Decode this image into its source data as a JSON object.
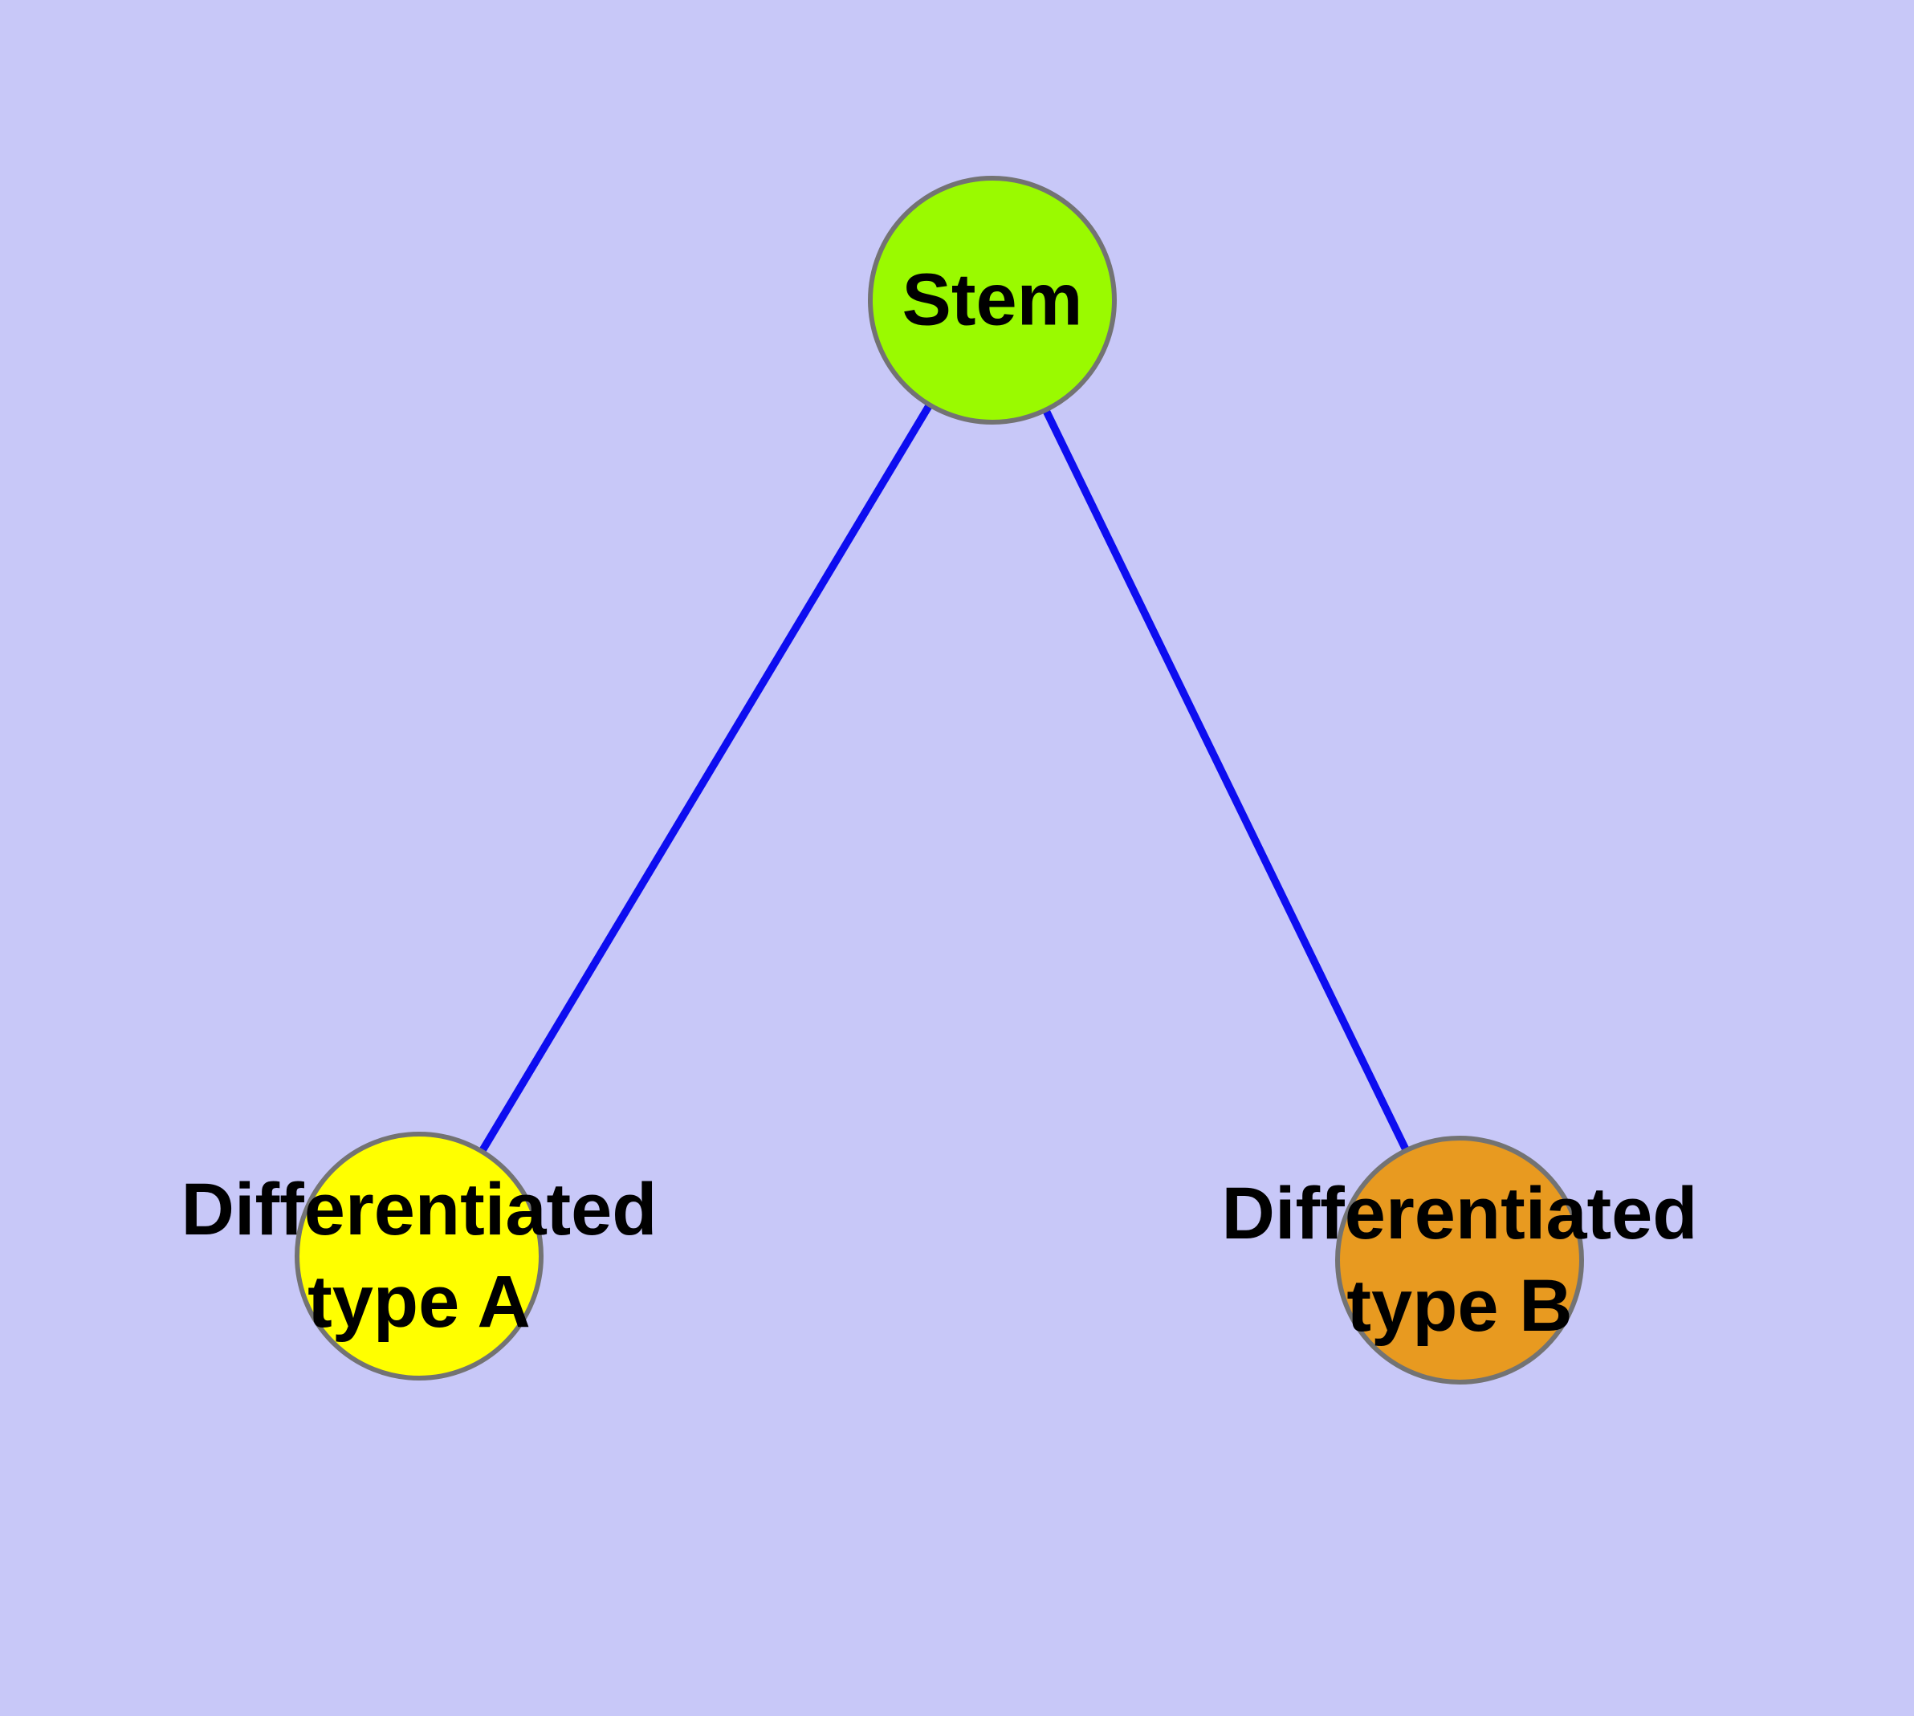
{
  "diagram": {
    "background_color": "#C8C8F8",
    "edge_color": "#0D0DF0",
    "node_border_color": "#737373",
    "label_text_color": "#000000",
    "nodes": {
      "stem": {
        "label": "Stem",
        "fill": "#9AFA00"
      },
      "type_a": {
        "label_line1": "Differentiated",
        "label_line2": "type A",
        "fill": "#FFFF00"
      },
      "type_b": {
        "label_line1": "Differentiated",
        "label_line2": "type B",
        "fill": "#E89A20"
      }
    },
    "edges": [
      {
        "from": "Stem",
        "to": "Differentiated type A"
      },
      {
        "from": "Stem",
        "to": "Differentiated type B"
      }
    ]
  }
}
